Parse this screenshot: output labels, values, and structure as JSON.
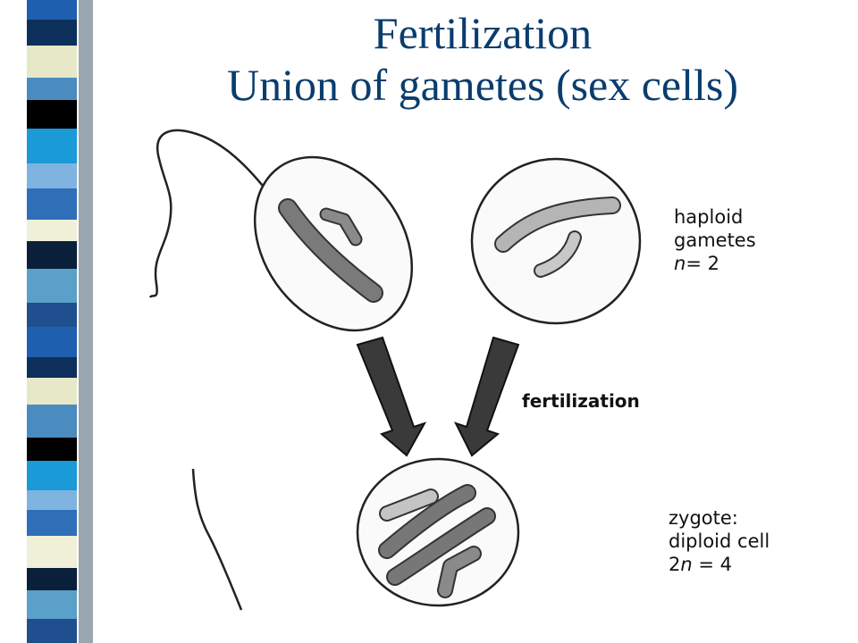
{
  "title": {
    "line1": "Fertilization",
    "line2": "Union of gametes (sex cells)"
  },
  "labels": {
    "gametes": {
      "line1": "haploid",
      "line2": "gametes",
      "n_symbol": "n",
      "n_value": "= 2"
    },
    "process": "fertilization",
    "zygote": {
      "line1": "zygote:",
      "line2": "diploid cell",
      "prefix": "2",
      "n_symbol": "n",
      "n_value": " = 4"
    }
  },
  "colors": {
    "title": "#0a3d6e",
    "chromosome_dark": "#777777",
    "chromosome_light": "#c4c4c4",
    "arrow": "#333333"
  }
}
